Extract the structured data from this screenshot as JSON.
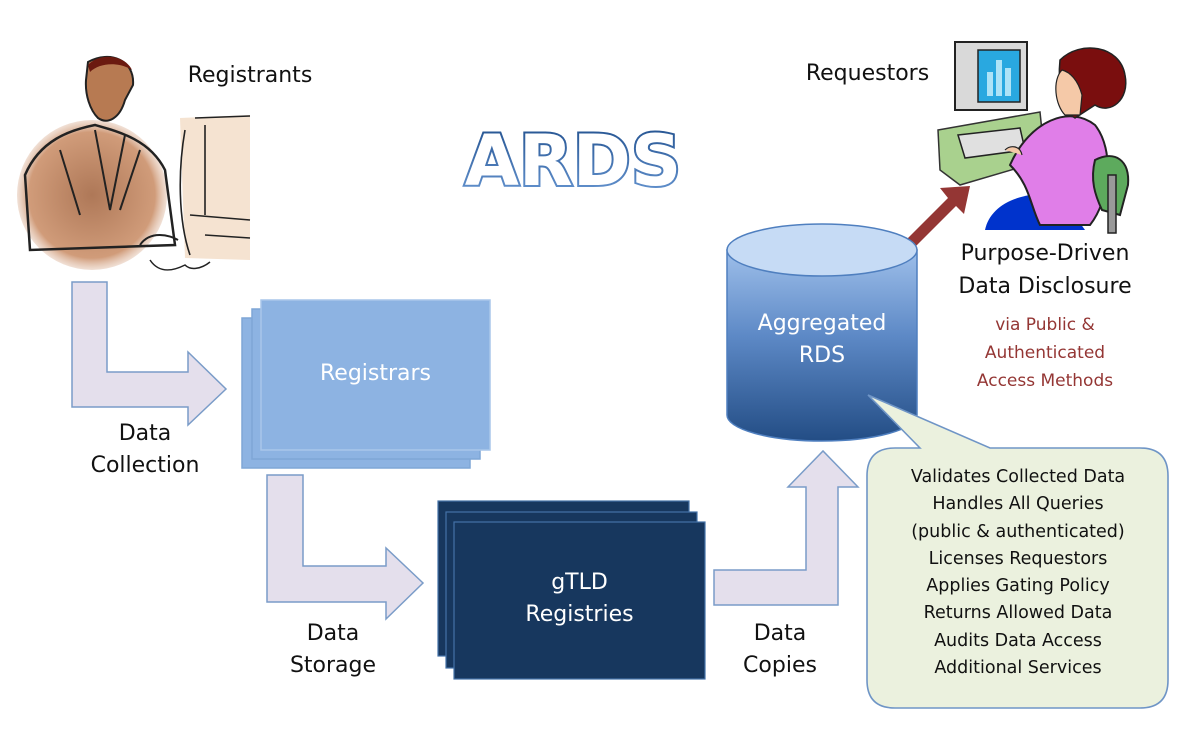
{
  "title": "ARDS",
  "actors": {
    "registrants": "Registrants",
    "requestors": "Requestors"
  },
  "nodes": {
    "registrars": "Registrars",
    "registries_line1": "gTLD",
    "registries_line2": "Registries",
    "rds_line1": "Aggregated",
    "rds_line2": "RDS"
  },
  "flows": {
    "collection_line1": "Data",
    "collection_line2": "Collection",
    "storage_line1": "Data",
    "storage_line2": "Storage",
    "copies_line1": "Data",
    "copies_line2": "Copies"
  },
  "disclosure": {
    "heading_line1": "Purpose-Driven",
    "heading_line2": "Data Disclosure",
    "sub_line1": "via Public &",
    "sub_line2": "Authenticated",
    "sub_line3": "Access Methods"
  },
  "callout": {
    "items": [
      "Validates Collected Data",
      "Handles All Queries",
      "(public & authenticated)",
      "Licenses Requestors",
      "Applies Gating Policy",
      "Returns Allowed Data",
      "Audits Data Access",
      "Additional Services"
    ]
  },
  "colors": {
    "registrars_fill": "#8db3e2",
    "registries_fill": "#17375e",
    "arrow_fill": "#e4dfec",
    "arrow_stroke": "#7a9cc8",
    "rds_top": "#c6dbf5",
    "rds_bottom": "#2e5d9a",
    "disclosure_arrow": "#943634",
    "callout_fill": "#ebf1de",
    "callout_stroke": "#6f95c6",
    "sub_text": "#943634"
  }
}
